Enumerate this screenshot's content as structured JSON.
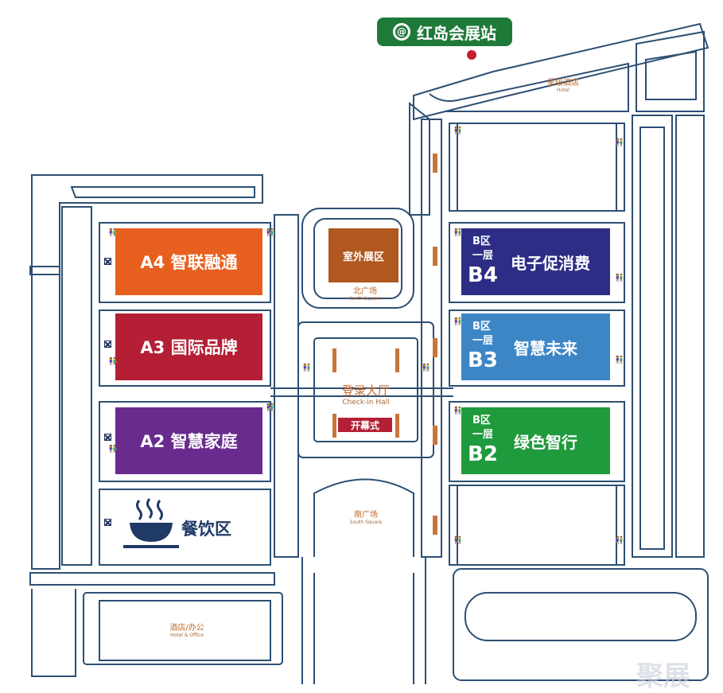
{
  "station": {
    "label": "红岛会展站",
    "icon": "metro-icon",
    "icon_glyph": "@"
  },
  "hotel_top": {
    "cn": "星级酒店",
    "en": "Hotel"
  },
  "outdoor": {
    "label": "室外展区",
    "square_cn": "北广场",
    "square_en": "North Square"
  },
  "checkin": {
    "cn": "登录大厅",
    "en": "Check-in Hall",
    "opening": "开幕式"
  },
  "south_square": {
    "cn": "南广场",
    "en": "South Square"
  },
  "hotel_office": {
    "cn": "酒店/办公",
    "en": "Hotel & Office"
  },
  "halls": {
    "a4": {
      "label": "A4 智联融通",
      "color": "#e8601f"
    },
    "a3": {
      "label": "A3 国际品牌",
      "color": "#b41f35"
    },
    "a2": {
      "label": "A2 智慧家庭",
      "color": "#6a2b8f"
    },
    "dining": {
      "label": "餐饮区",
      "icon": "steaming-bowl-icon"
    },
    "b4": {
      "zone": "B区",
      "floor": "一层",
      "code": "B4",
      "name": "电子促消费",
      "color": "#2e2d86"
    },
    "b3": {
      "zone": "B区",
      "floor": "一层",
      "code": "B3",
      "name": "智慧未来",
      "color": "#3d86c6"
    },
    "b2": {
      "zone": "B区",
      "floor": "一层",
      "code": "B2",
      "name": "绿色智行",
      "color": "#1f9a3d"
    }
  },
  "colors": {
    "road": "#2d4f73",
    "outdoor": "#b0581f",
    "opening": "#b41f35",
    "station": "#1f7a3a",
    "accent": "#c06a2b"
  },
  "watermark": "聚展"
}
